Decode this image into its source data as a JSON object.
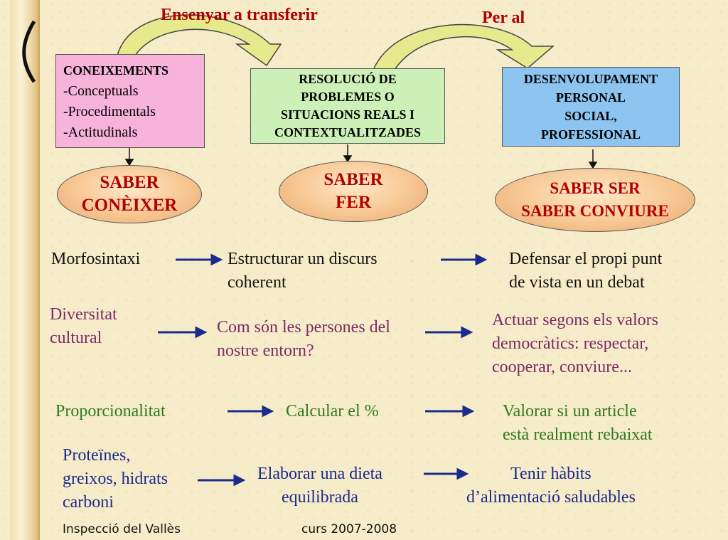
{
  "headers": {
    "transfer": "Ensenyar a transferir",
    "per_al": "Per al"
  },
  "boxes": {
    "coneixements": {
      "title": "CONEIXEMENTS",
      "items": [
        "-Conceptuals",
        "-Procedimentals",
        "-Actitudinals"
      ]
    },
    "resolucio": {
      "lines": [
        "RESOLUCIÓ DE",
        "PROBLEMES O",
        "SITUACIONS REALS I",
        "CONTEXTUALITZADES"
      ]
    },
    "desenvolupament": {
      "lines": [
        "DESENVOLUPAMENT",
        "PERSONAL",
        "SOCIAL,",
        "PROFESSIONAL"
      ]
    }
  },
  "ellipses": {
    "saber_coneixer": [
      "SABER",
      "CONÈIXER"
    ],
    "saber_fer": [
      "SABER",
      "FER"
    ],
    "saber_ser": [
      "SABER SER",
      "SABER CONVIURE"
    ]
  },
  "rows": [
    {
      "a": [
        "Morfosintaxi"
      ],
      "b": [
        "Estructurar un discurs",
        "coherent"
      ],
      "c": [
        "Defensar el propi punt",
        "de vista en un debat"
      ]
    },
    {
      "a": [
        "Diversitat",
        "cultural"
      ],
      "b": [
        "Com són les persones del",
        "nostre entorn?"
      ],
      "c": [
        "Actuar segons els valors",
        "democràtics: respectar,",
        "cooperar, conviure..."
      ]
    },
    {
      "a": [
        "Proporcionalitat"
      ],
      "b": [
        "Calcular el  %"
      ],
      "c": [
        "Valorar si un article",
        "està realment rebaixat"
      ]
    },
    {
      "a": [
        "Proteïnes,",
        "greixos, hidrats",
        "carboni"
      ],
      "b": [
        "Elaborar una dieta",
        "equilibrada"
      ],
      "c": [
        "Tenir hàbits",
        "d’alimentació saludables"
      ]
    }
  ],
  "footer": {
    "left": "Inspecció del Vallès",
    "right": "curs 2007-2008"
  },
  "colors": {
    "header_red": "#b00000",
    "pink_box": "#f7b3d9",
    "green_box": "#ccf0b8",
    "blue_box": "#8ec5f0",
    "arrow_navy": "#1a2a8e",
    "row_purple": "#7a2a68",
    "row_green": "#2d7a22"
  }
}
